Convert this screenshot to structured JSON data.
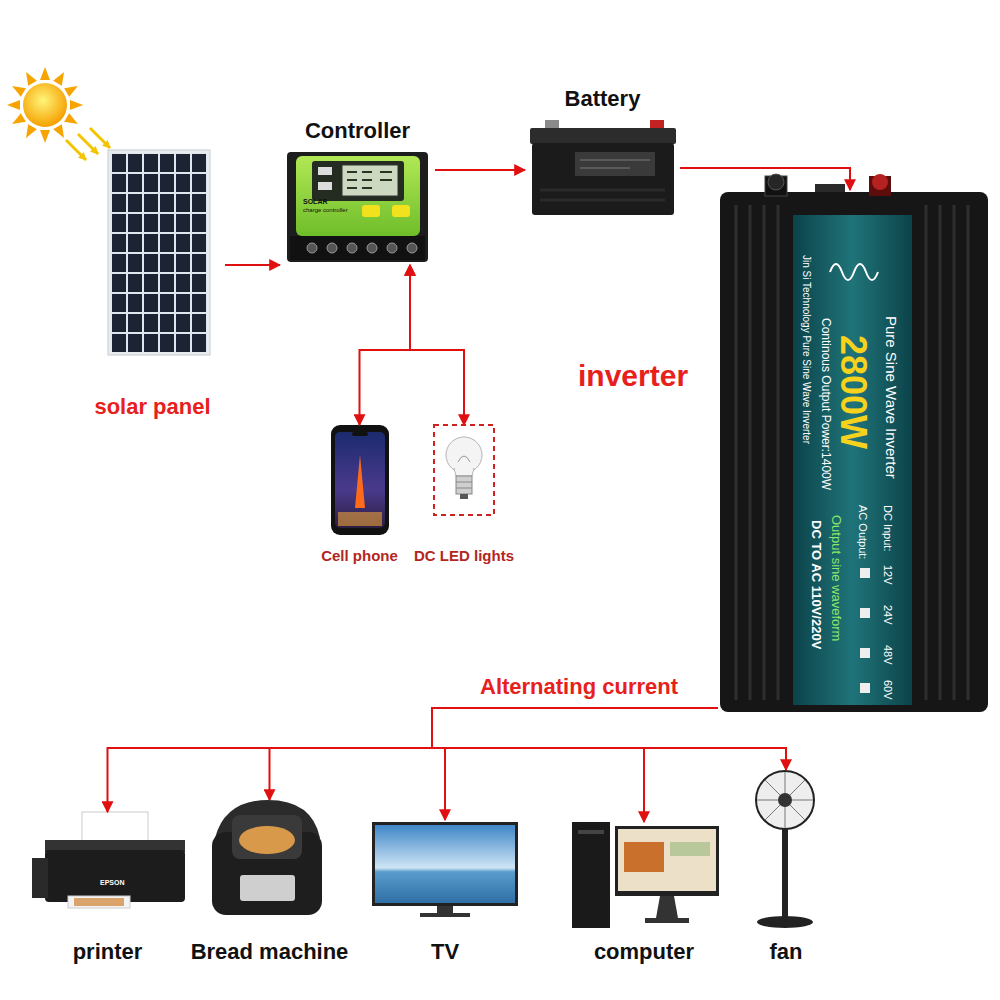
{
  "diagram": {
    "nodes": [
      {
        "text": [
          "solar panel"
        ]
      },
      {
        "text": [
          "Controller"
        ]
      },
      {
        "text": [
          "Battery"
        ]
      },
      {
        "text": [
          "inverter"
        ]
      },
      {
        "text": [
          "Cell phone"
        ]
      },
      {
        "text": [
          "DC LED lights"
        ]
      },
      {
        "text": [
          "printer"
        ]
      },
      {
        "text": [
          "Bread machine"
        ]
      },
      {
        "text": [
          "TV"
        ]
      },
      {
        "text": [
          "computer"
        ]
      },
      {
        "text": [
          "fan"
        ]
      }
    ],
    "edges": [
      {
        "from": 0,
        "to": 1,
        "arrow": "to"
      },
      {
        "from": 1,
        "to": 2,
        "arrow": "to"
      },
      {
        "from": 2,
        "to": 3,
        "arrow": "to"
      },
      {
        "from": 1,
        "to": 4,
        "arrow": "both"
      },
      {
        "from": 1,
        "to": 5,
        "arrow": "both"
      },
      {
        "from": 3,
        "to": 6,
        "arrow": "to"
      },
      {
        "from": 3,
        "to": 7,
        "arrow": "to"
      },
      {
        "from": 3,
        "to": 8,
        "arrow": "to"
      },
      {
        "from": 3,
        "to": 9,
        "arrow": "to"
      },
      {
        "from": 3,
        "to": 10,
        "arrow": "to"
      }
    ],
    "labels": [
      "Alternating current",
      "SOLAR",
      "charge controller",
      "Pure Sine Wave Inverter",
      "2800W",
      "Continous Output Power:1400W",
      "Jin Si Technology Pure Sine Wave Inverter",
      "Output sine waveform",
      "DC TO AC 110V/220V",
      "DC Input:",
      "12V",
      "24V",
      "48V",
      "60V",
      "AC Output:",
      "EPSON"
    ]
  }
}
